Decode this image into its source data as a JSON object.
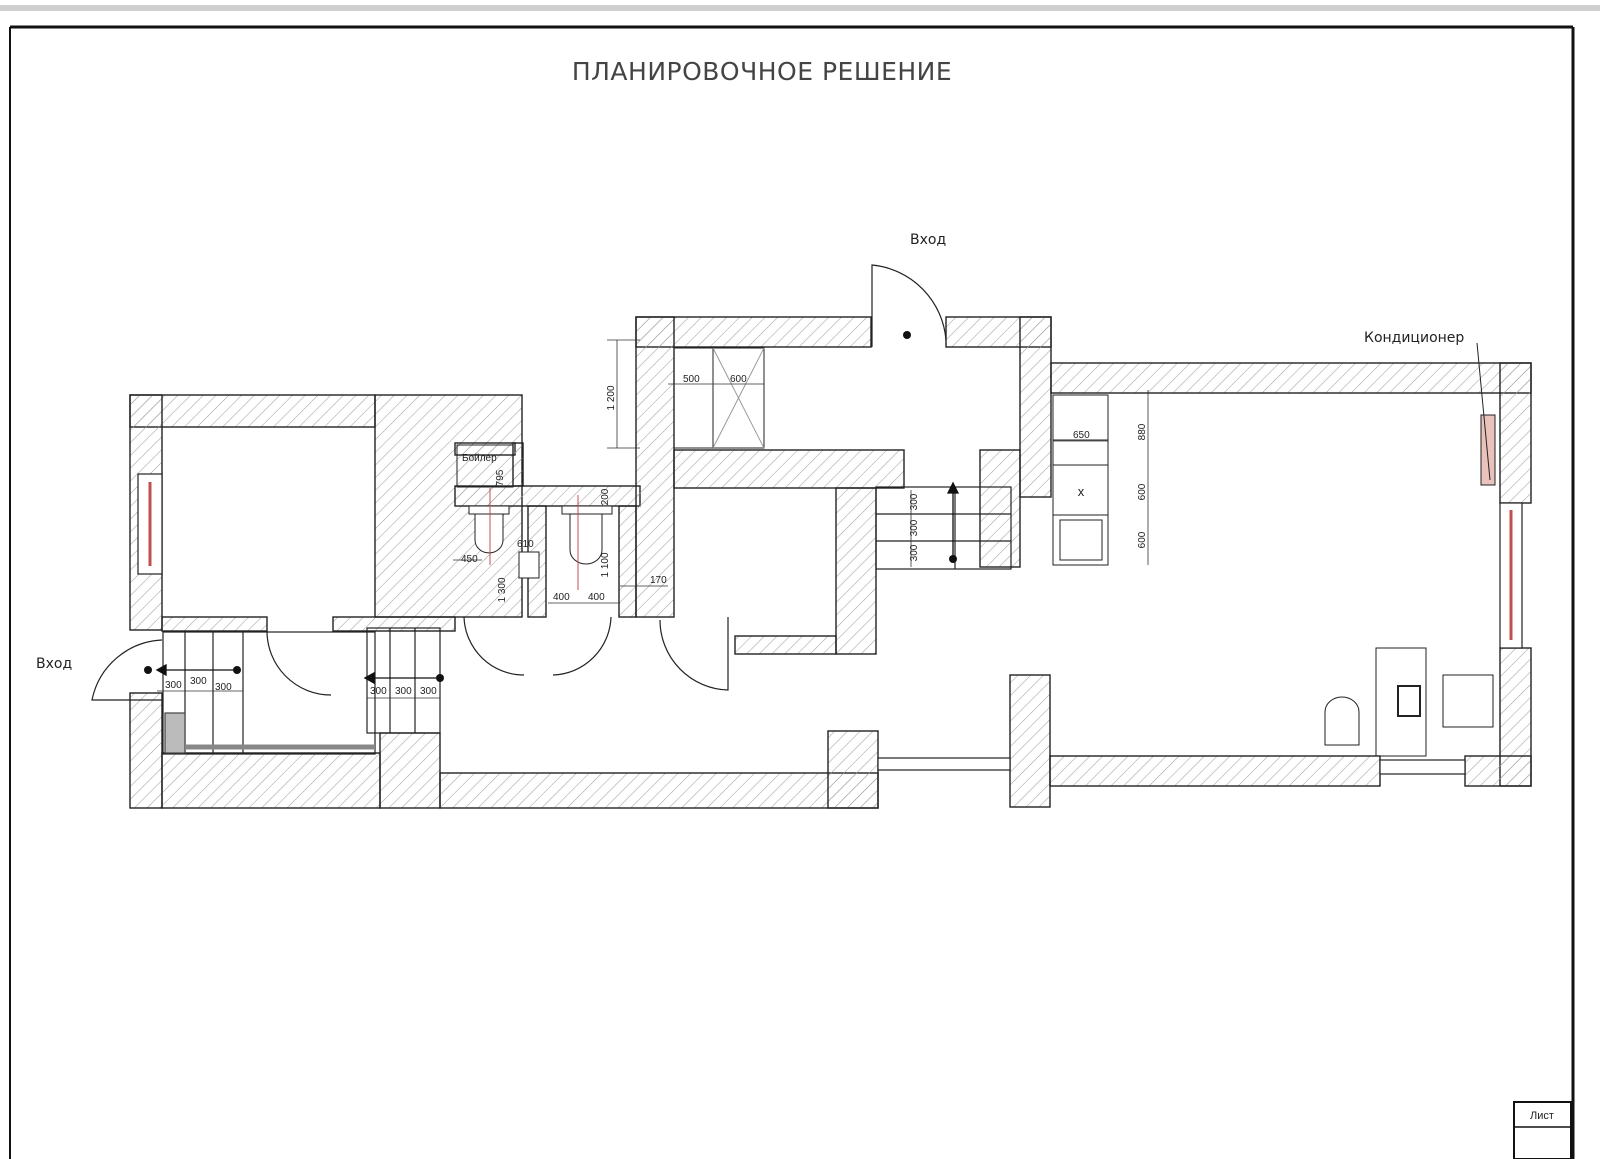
{
  "drawing": {
    "title": "ПЛАНИРОВОЧНОЕ РЕШЕНИЕ",
    "sheet_label": "Лист",
    "labels": {
      "entrance_top": "Вход",
      "entrance_left": "Вход",
      "air_conditioner": "Кондиционер",
      "boiler": "Бойлер"
    },
    "dimensions": {
      "d500": "500",
      "d600": "600",
      "d1200": "1 200",
      "d795": "795",
      "d610": "610",
      "d450": "450",
      "d1300": "1 300",
      "d200": "200",
      "d1100": "1 100",
      "d400a": "400",
      "d400b": "400",
      "d170": "170",
      "s1": "300",
      "s2": "300",
      "s3": "300",
      "s4": "300",
      "s5": "300",
      "s6": "300",
      "v1": "300",
      "v2": "300",
      "v3": "300",
      "d650": "650",
      "d880": "880",
      "d600b": "600",
      "d600c": "600"
    }
  },
  "colors": {
    "ink": "#222222",
    "hatch": "#9a9a9a",
    "accent": "#c0504d",
    "radiator": "#e8c2bb"
  }
}
